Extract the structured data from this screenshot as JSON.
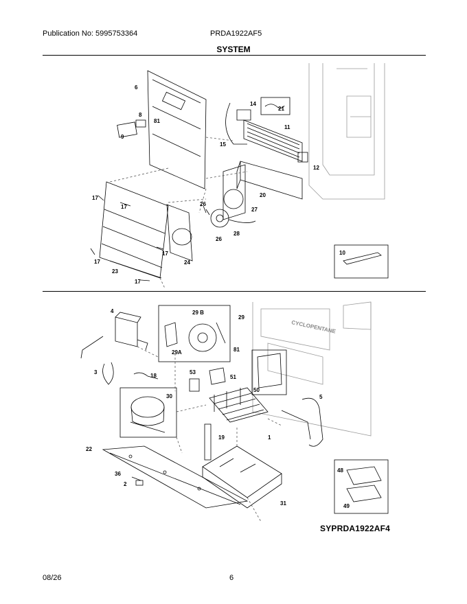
{
  "header": {
    "publication": "Publication No: 5995753364",
    "model": "PRDA1922AF5",
    "section_title": "SYSTEM"
  },
  "callouts_upper": [
    "6",
    "8",
    "81",
    "9",
    "14",
    "21",
    "11",
    "15",
    "12",
    "20",
    "17",
    "17",
    "26",
    "27",
    "28",
    "26",
    "17",
    "17",
    "23",
    "24",
    "17",
    "10"
  ],
  "callouts_lower": [
    "4",
    "29",
    "29 B",
    "29A",
    "81",
    "3",
    "18",
    "53",
    "51",
    "50",
    "5",
    "30",
    "1",
    "19",
    "22",
    "36",
    "2",
    "31",
    "48",
    "49"
  ],
  "diagram_code": "SYPRDA1922AF4",
  "cabinet_text": "CYCLOPENTANE",
  "footer": {
    "date": "08/26",
    "page_number": "6"
  }
}
